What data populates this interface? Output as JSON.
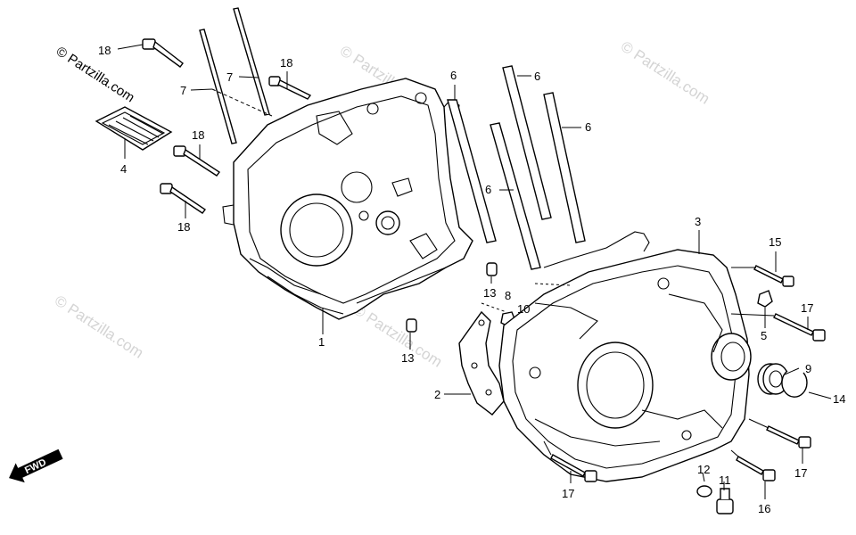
{
  "watermarks": {
    "primary": "© Partzilla.com",
    "faint": "© Partzilla.com"
  },
  "direction_label": "FWD",
  "callouts": {
    "c18a": "18",
    "c7a": "7",
    "c7b": "7",
    "c18b": "18",
    "c4": "4",
    "c18c": "18",
    "c18d": "18",
    "c6a": "6",
    "c6b": "6",
    "c6c": "6",
    "c6d": "6",
    "c13a": "13",
    "c8": "8",
    "c10": "10",
    "c1": "1",
    "c13b": "13",
    "c3": "3",
    "c15": "15",
    "c5": "5",
    "c17a": "17",
    "c9": "9",
    "c14": "14",
    "c2": "2",
    "c17b": "17",
    "c12": "12",
    "c11": "11",
    "c16": "16",
    "c17c": "17"
  },
  "colors": {
    "line": "#000000",
    "watermark": "#d4d4d4",
    "background": "#ffffff"
  }
}
